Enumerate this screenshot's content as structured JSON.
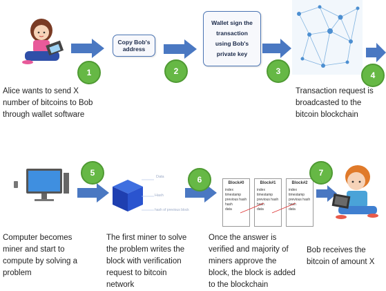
{
  "steps": [
    {
      "number": "1"
    },
    {
      "number": "2"
    },
    {
      "number": "3"
    },
    {
      "number": "4"
    },
    {
      "number": "5"
    },
    {
      "number": "6"
    },
    {
      "number": "7"
    }
  ],
  "boxes": {
    "copy_address": "Copy Bob's address",
    "wallet_sign": "Wallet sign the transaction using Bob's private key"
  },
  "captions": {
    "alice": "Alice wants to send X number of bitcoins to Bob through wallet software",
    "broadcast": "Transaction request is broadcasted to the bitcoin blockchain",
    "computer": "Computer becomes miner and start to compute by solving a problem",
    "first_miner": "The first miner to solve the problem writes the block with verification request to bitcoin network",
    "verified": "Once the answer is verified and majority of miners approve the block, the block is added to the blockchain",
    "bob": "Bob receives the bitcoin of amount X"
  },
  "cube_labels": {
    "data": "Data",
    "hash": "Hash",
    "prev_hash": "hash of previous block"
  },
  "blocks": [
    {
      "title": "Block#0",
      "lines": [
        "index",
        "timestamp",
        "previous hash",
        "hash",
        "data"
      ]
    },
    {
      "title": "Block#1",
      "lines": [
        "index",
        "timestamp",
        "previous hash",
        "hash",
        "data"
      ]
    },
    {
      "title": "Block#2",
      "lines": [
        "index",
        "timestamp",
        "previous hash",
        "hash",
        "data"
      ]
    }
  ],
  "icons": {
    "alice": "girl-with-laptop-icon",
    "network": "network-globe-icon",
    "computer": "desktop-computer-icon",
    "cube": "blockchain-cube-icon",
    "bob": "boy-with-laptop-icon",
    "arrow": "right-arrow-icon"
  },
  "colors": {
    "arrow": "#4a78c2",
    "step": "#66b845",
    "box_border": "#4a74b3"
  }
}
